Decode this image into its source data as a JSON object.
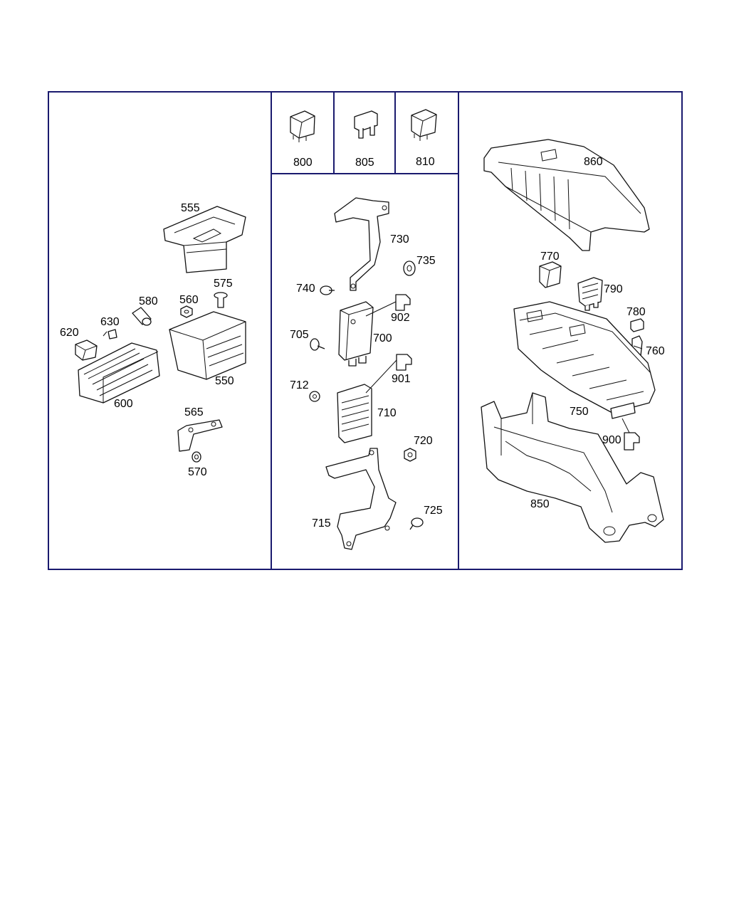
{
  "colors": {
    "frame": "#1a1a6e",
    "line": "#111111",
    "background": "#ffffff"
  },
  "panels": [
    {
      "id": "left",
      "callouts": {
        "c555": "555",
        "c575": "575",
        "c580": "580",
        "c560": "560",
        "c630": "630",
        "c620": "620",
        "c550": "550",
        "c600": "600",
        "c565": "565",
        "c570": "570"
      }
    },
    {
      "id": "relays",
      "callouts": {
        "c800": "800",
        "c805": "805",
        "c810": "810"
      }
    },
    {
      "id": "middle",
      "callouts": {
        "c730": "730",
        "c735": "735",
        "c740": "740",
        "c902": "902",
        "c705": "705",
        "c700": "700",
        "c901": "901",
        "c712": "712",
        "c710": "710",
        "c720": "720",
        "c725": "725",
        "c715": "715"
      }
    },
    {
      "id": "right",
      "callouts": {
        "c860": "860",
        "c770": "770",
        "c790": "790",
        "c780": "780",
        "c760": "760",
        "c750": "750",
        "c900": "900",
        "c850": "850"
      }
    }
  ]
}
